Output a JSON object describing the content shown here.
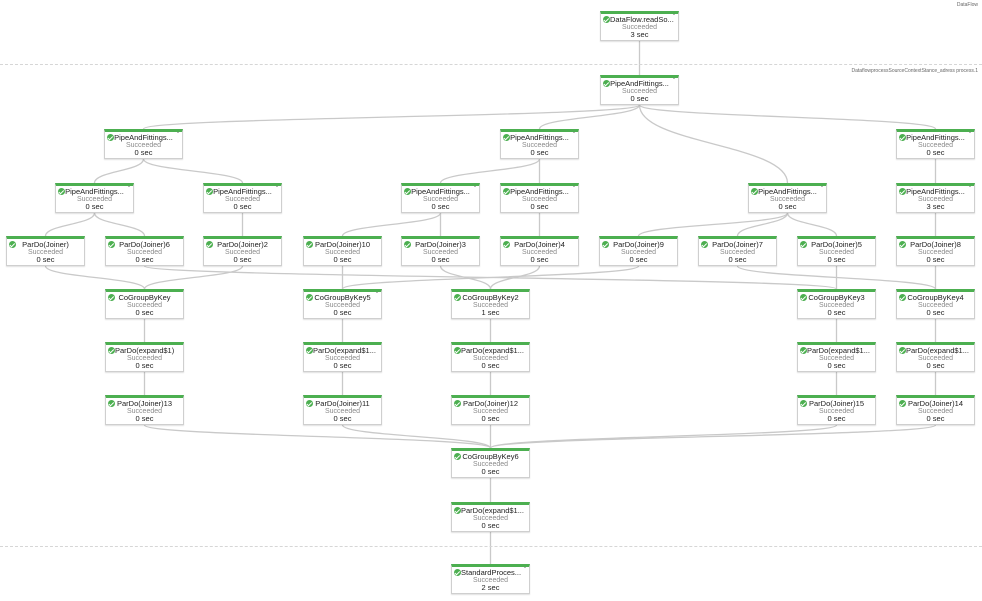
{
  "labels": {
    "top_right": "DataFlow",
    "step_boundary": "DataflowprocessSourceContextStance_adress process.1"
  },
  "nodes": [
    {
      "id": "read",
      "title": "DataFlow.readSo...",
      "status": "Succeeded",
      "time": "3 sec"
    },
    {
      "id": "pipe0",
      "title": "PipeAndFittings...",
      "status": "Succeeded",
      "time": "0 sec"
    },
    {
      "id": "pipeA",
      "title": "PipeAndFittings...",
      "status": "Succeeded",
      "time": "0 sec"
    },
    {
      "id": "pipeB",
      "title": "PipeAndFittings...",
      "status": "Succeeded",
      "time": "0 sec"
    },
    {
      "id": "pipeC",
      "title": "PipeAndFittings...",
      "status": "Succeeded",
      "time": "0 sec"
    },
    {
      "id": "pipeA1",
      "title": "PipeAndFittings...",
      "status": "Succeeded",
      "time": "0 sec"
    },
    {
      "id": "pipeA2",
      "title": "PipeAndFittings...",
      "status": "Succeeded",
      "time": "0 sec"
    },
    {
      "id": "pipeB1",
      "title": "PipeAndFittings...",
      "status": "Succeeded",
      "time": "0 sec"
    },
    {
      "id": "pipeB2",
      "title": "PipeAndFittings...",
      "status": "Succeeded",
      "time": "0 sec"
    },
    {
      "id": "pipeM",
      "title": "PipeAndFittings...",
      "status": "Succeeded",
      "time": "0 sec"
    },
    {
      "id": "pipeC1",
      "title": "PipeAndFittings...",
      "status": "Succeeded",
      "time": "3 sec"
    },
    {
      "id": "j1",
      "title": "ParDo(Joiner)",
      "status": "Succeeded",
      "time": "0 sec"
    },
    {
      "id": "j6",
      "title": "ParDo(Joiner)6",
      "status": "Succeeded",
      "time": "0 sec"
    },
    {
      "id": "j2",
      "title": "ParDo(Joiner)2",
      "status": "Succeeded",
      "time": "0 sec"
    },
    {
      "id": "j10",
      "title": "ParDo(Joiner)10",
      "status": "Succeeded",
      "time": "0 sec"
    },
    {
      "id": "j3",
      "title": "ParDo(Joiner)3",
      "status": "Succeeded",
      "time": "0 sec"
    },
    {
      "id": "j4",
      "title": "ParDo(Joiner)4",
      "status": "Succeeded",
      "time": "0 sec"
    },
    {
      "id": "j9",
      "title": "ParDo(Joiner)9",
      "status": "Succeeded",
      "time": "0 sec"
    },
    {
      "id": "j7",
      "title": "ParDo(Joiner)7",
      "status": "Succeeded",
      "time": "0 sec"
    },
    {
      "id": "j5",
      "title": "ParDo(Joiner)5",
      "status": "Succeeded",
      "time": "0 sec"
    },
    {
      "id": "j8",
      "title": "ParDo(Joiner)8",
      "status": "Succeeded",
      "time": "0 sec"
    },
    {
      "id": "cg",
      "title": "CoGroupByKey",
      "status": "Succeeded",
      "time": "0 sec"
    },
    {
      "id": "cg5",
      "title": "CoGroupByKey5",
      "status": "Succeeded",
      "time": "0 sec"
    },
    {
      "id": "cg2",
      "title": "CoGroupByKey2",
      "status": "Succeeded",
      "time": "1 sec"
    },
    {
      "id": "cg3",
      "title": "CoGroupByKey3",
      "status": "Succeeded",
      "time": "0 sec"
    },
    {
      "id": "cg4",
      "title": "CoGroupByKey4",
      "status": "Succeeded",
      "time": "0 sec"
    },
    {
      "id": "ex1",
      "title": "ParDo(expand$1)",
      "status": "Succeeded",
      "time": "0 sec"
    },
    {
      "id": "ex2",
      "title": "ParDo(expand$1...",
      "status": "Succeeded",
      "time": "0 sec"
    },
    {
      "id": "ex3",
      "title": "ParDo(expand$1...",
      "status": "Succeeded",
      "time": "0 sec"
    },
    {
      "id": "ex4",
      "title": "ParDo(expand$1...",
      "status": "Succeeded",
      "time": "0 sec"
    },
    {
      "id": "ex5",
      "title": "ParDo(expand$1...",
      "status": "Succeeded",
      "time": "0 sec"
    },
    {
      "id": "j13",
      "title": "ParDo(Joiner)13",
      "status": "Succeeded",
      "time": "0 sec"
    },
    {
      "id": "j11",
      "title": "ParDo(Joiner)11",
      "status": "Succeeded",
      "time": "0 sec"
    },
    {
      "id": "j12",
      "title": "ParDo(Joiner)12",
      "status": "Succeeded",
      "time": "0 sec"
    },
    {
      "id": "j15",
      "title": "ParDo(Joiner)15",
      "status": "Succeeded",
      "time": "0 sec"
    },
    {
      "id": "j14",
      "title": "ParDo(Joiner)14",
      "status": "Succeeded",
      "time": "0 sec"
    },
    {
      "id": "cg6",
      "title": "CoGroupByKey6",
      "status": "Succeeded",
      "time": "0 sec"
    },
    {
      "id": "ex6",
      "title": "ParDo(expand$1...",
      "status": "Succeeded",
      "time": "0 sec"
    },
    {
      "id": "std",
      "title": "StandardProces...",
      "status": "Succeeded",
      "time": "2 sec"
    }
  ],
  "edges": [
    [
      "read",
      "pipe0"
    ],
    [
      "pipe0",
      "pipeA"
    ],
    [
      "pipe0",
      "pipeB"
    ],
    [
      "pipe0",
      "pipeC"
    ],
    [
      "pipe0",
      "pipeM"
    ],
    [
      "pipeA",
      "pipeA1"
    ],
    [
      "pipeA",
      "pipeA2"
    ],
    [
      "pipeB",
      "pipeB1"
    ],
    [
      "pipeB",
      "pipeB2"
    ],
    [
      "pipeC",
      "pipeC1"
    ],
    [
      "pipeA1",
      "j1"
    ],
    [
      "pipeA1",
      "j6"
    ],
    [
      "pipeA2",
      "j2"
    ],
    [
      "pipeB1",
      "j10"
    ],
    [
      "pipeB1",
      "j3"
    ],
    [
      "pipeB2",
      "j4"
    ],
    [
      "pipeM",
      "j9"
    ],
    [
      "pipeM",
      "j7"
    ],
    [
      "pipeM",
      "j5"
    ],
    [
      "pipeC1",
      "j8"
    ],
    [
      "j1",
      "cg"
    ],
    [
      "j2",
      "cg"
    ],
    [
      "j6",
      "cg3"
    ],
    [
      "j10",
      "cg5"
    ],
    [
      "j3",
      "cg2"
    ],
    [
      "j4",
      "cg2"
    ],
    [
      "j9",
      "cg5"
    ],
    [
      "j7",
      "cg4"
    ],
    [
      "j5",
      "cg3"
    ],
    [
      "j8",
      "cg4"
    ],
    [
      "cg",
      "ex1"
    ],
    [
      "cg5",
      "ex2"
    ],
    [
      "cg2",
      "ex3"
    ],
    [
      "cg3",
      "ex4"
    ],
    [
      "cg4",
      "ex5"
    ],
    [
      "ex1",
      "j13"
    ],
    [
      "ex2",
      "j11"
    ],
    [
      "ex3",
      "j12"
    ],
    [
      "ex4",
      "j15"
    ],
    [
      "ex5",
      "j14"
    ],
    [
      "j13",
      "cg6"
    ],
    [
      "j11",
      "cg6"
    ],
    [
      "j12",
      "cg6"
    ],
    [
      "j15",
      "cg6"
    ],
    [
      "j14",
      "cg6"
    ],
    [
      "cg6",
      "ex6"
    ],
    [
      "ex6",
      "std"
    ]
  ]
}
